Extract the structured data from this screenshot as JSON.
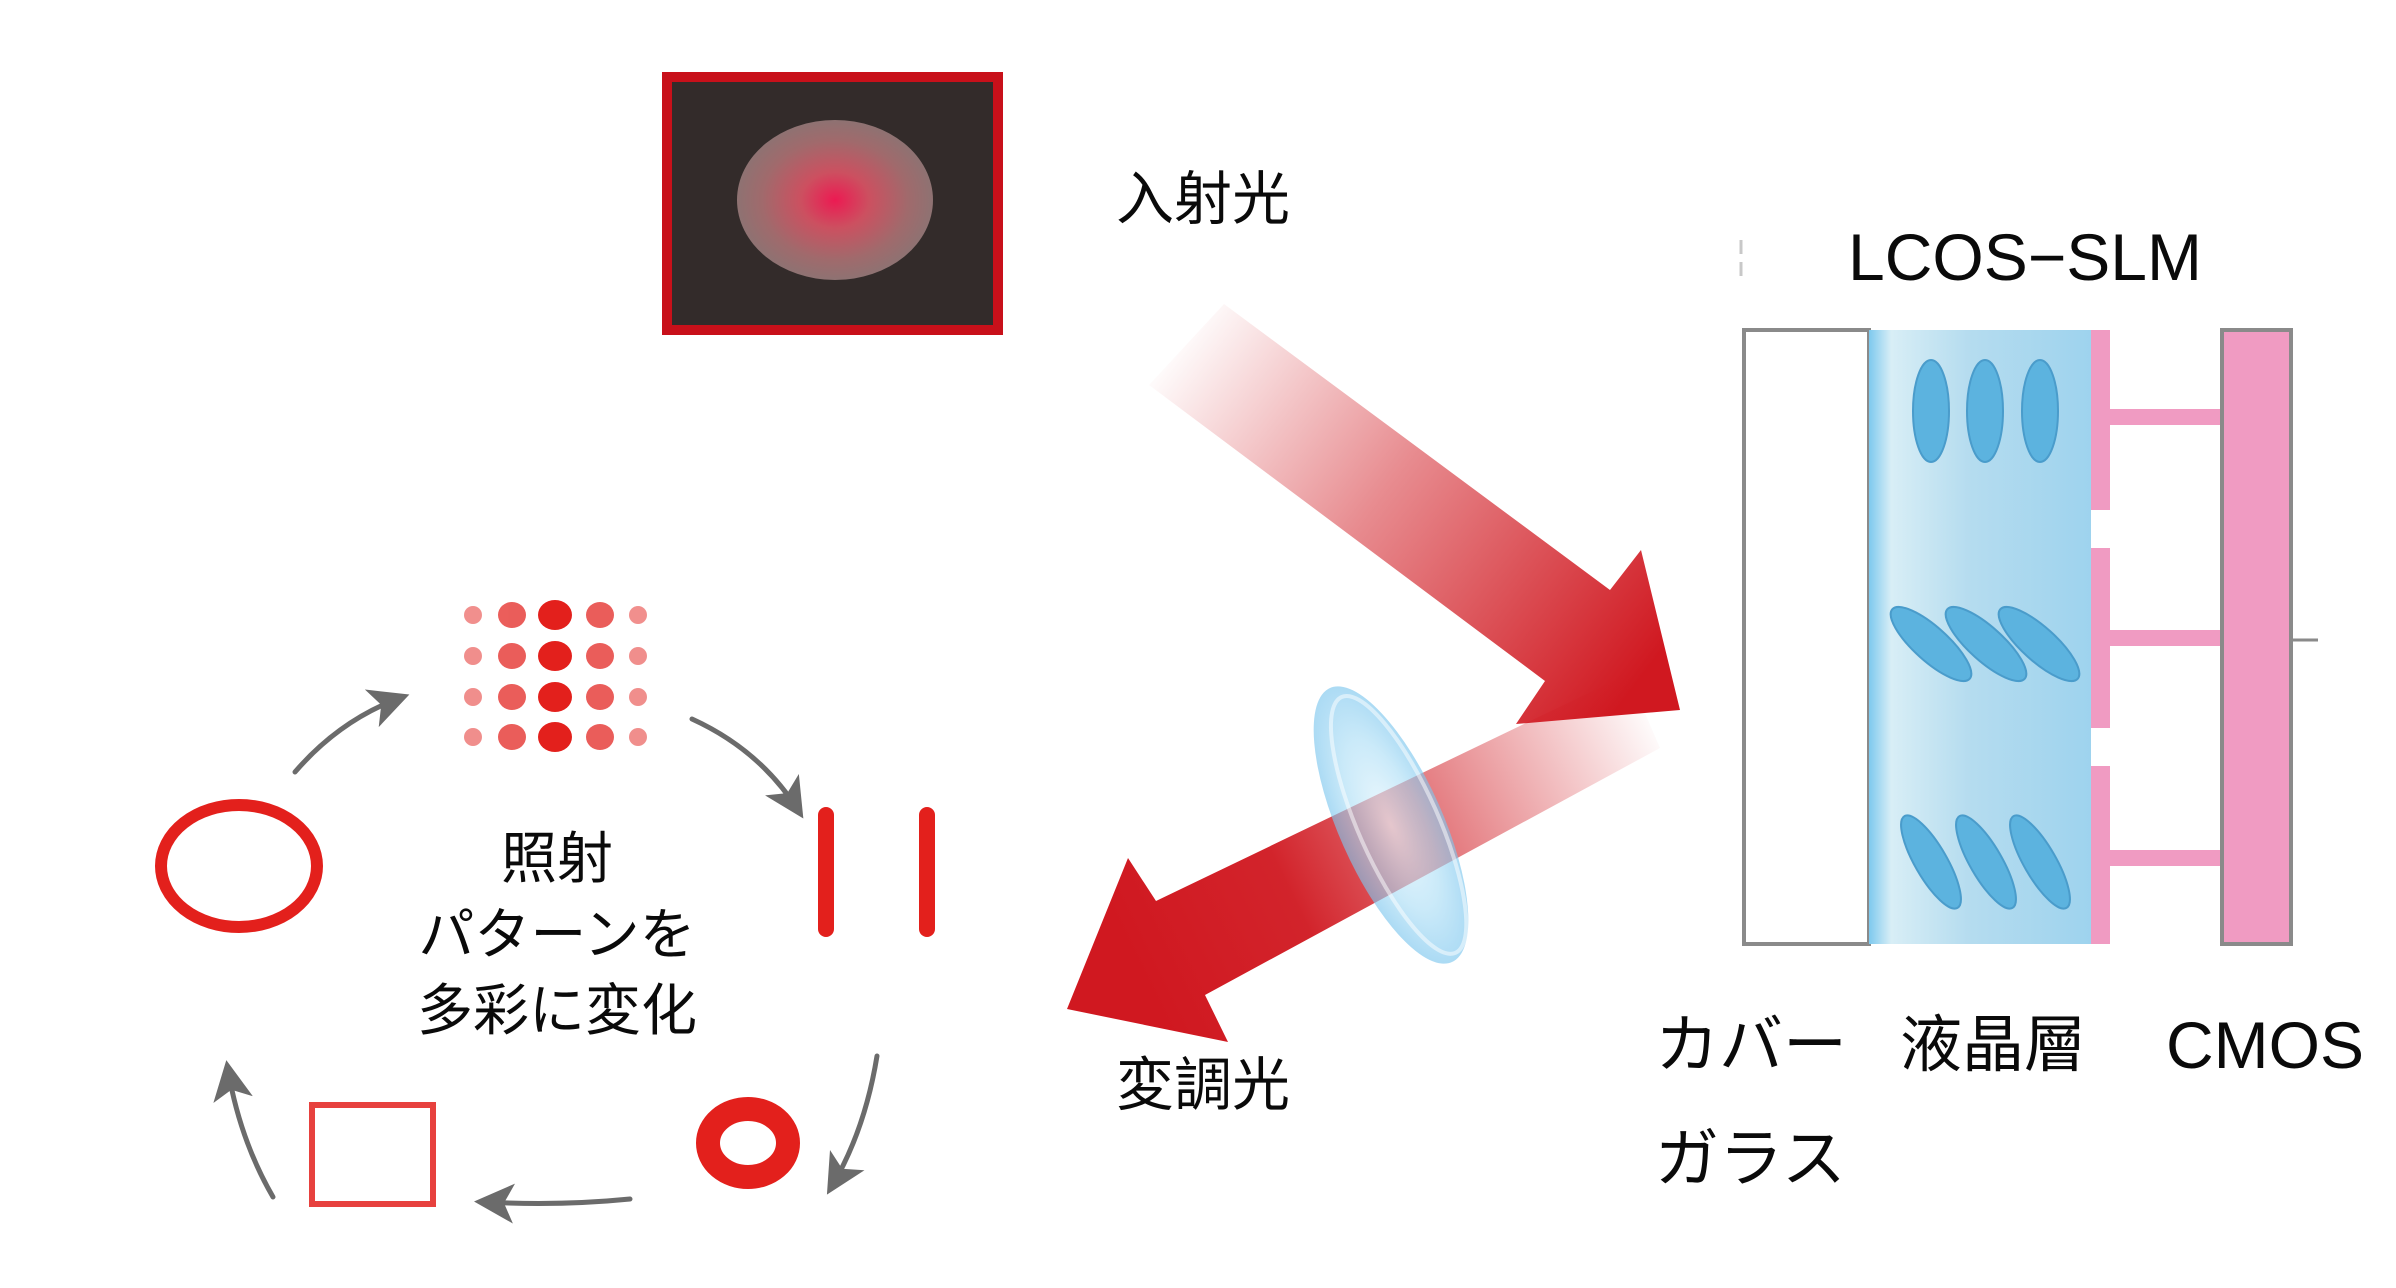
{
  "labels": {
    "incident_light": "入射光",
    "modulated_light": "変調光",
    "device_title": "LCOS−SLM",
    "cover_glass_line1": "カバー",
    "cover_glass_line2": "ガラス",
    "liquid_crystal_layer": "液晶層",
    "cmos": "CMOS"
  },
  "cycle": {
    "center_text": [
      "照射",
      "パターンを",
      "多彩に変化"
    ],
    "patterns": [
      "dot-array",
      "double-line",
      "thick-ring",
      "square",
      "ring"
    ]
  },
  "colors": {
    "beam_red": "#d01820",
    "pattern_red": "#e3201c",
    "input_frame_red": "#c8101a",
    "input_background": "#332b2a",
    "lc_blue": "#a6d6ee",
    "molecule_blue": "#5cb3df",
    "cmos_pink": "#f09bc2",
    "cycle_arrow_gray": "#6b6b6b",
    "lens_blue": "#8fd0f2"
  }
}
